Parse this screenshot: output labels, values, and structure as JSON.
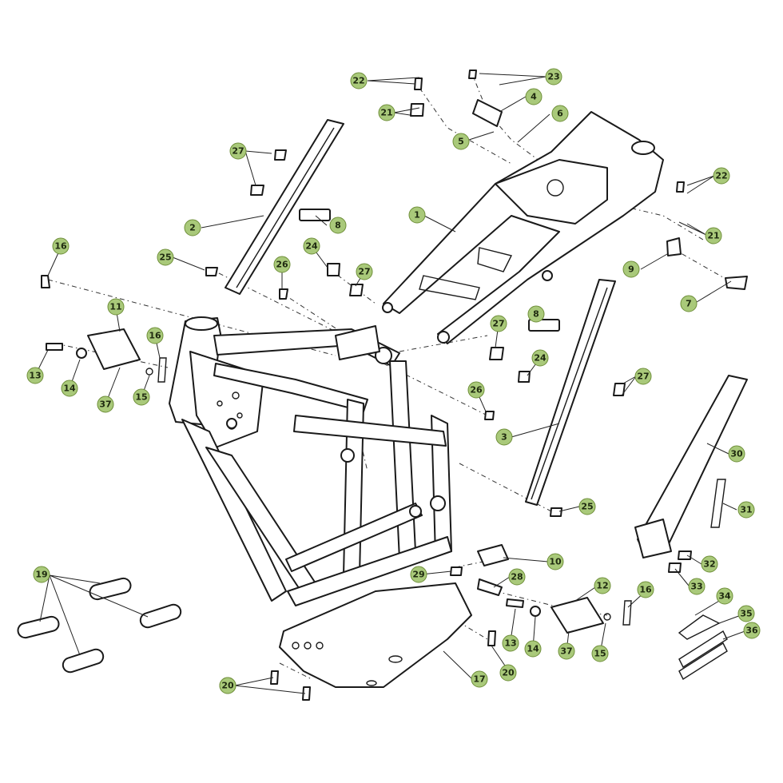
{
  "colors": {
    "callout_fill": "#a9c97a",
    "line": "#1a1a1a",
    "background": "#ffffff"
  },
  "callouts": [
    {
      "id": "c1",
      "label": "1"
    },
    {
      "id": "c2",
      "label": "2"
    },
    {
      "id": "c3",
      "label": "3"
    },
    {
      "id": "c4",
      "label": "4"
    },
    {
      "id": "c5",
      "label": "5"
    },
    {
      "id": "c6",
      "label": "6"
    },
    {
      "id": "c7",
      "label": "7"
    },
    {
      "id": "c8a",
      "label": "8"
    },
    {
      "id": "c8b",
      "label": "8"
    },
    {
      "id": "c9",
      "label": "9"
    },
    {
      "id": "c10",
      "label": "10"
    },
    {
      "id": "c11",
      "label": "11"
    },
    {
      "id": "c12",
      "label": "12"
    },
    {
      "id": "c13a",
      "label": "13"
    },
    {
      "id": "c13b",
      "label": "13"
    },
    {
      "id": "c14a",
      "label": "14"
    },
    {
      "id": "c14b",
      "label": "14"
    },
    {
      "id": "c15a",
      "label": "15"
    },
    {
      "id": "c15b",
      "label": "15"
    },
    {
      "id": "c16a",
      "label": "16"
    },
    {
      "id": "c16b",
      "label": "16"
    },
    {
      "id": "c16c",
      "label": "16"
    },
    {
      "id": "c17",
      "label": "17"
    },
    {
      "id": "c19",
      "label": "19"
    },
    {
      "id": "c20a",
      "label": "20"
    },
    {
      "id": "c20b",
      "label": "20"
    },
    {
      "id": "c21a",
      "label": "21"
    },
    {
      "id": "c21b",
      "label": "21"
    },
    {
      "id": "c22a",
      "label": "22"
    },
    {
      "id": "c22b",
      "label": "22"
    },
    {
      "id": "c23",
      "label": "23"
    },
    {
      "id": "c24a",
      "label": "24"
    },
    {
      "id": "c24b",
      "label": "24"
    },
    {
      "id": "c25a",
      "label": "25"
    },
    {
      "id": "c25b",
      "label": "25"
    },
    {
      "id": "c26a",
      "label": "26"
    },
    {
      "id": "c26b",
      "label": "26"
    },
    {
      "id": "c27a",
      "label": "27"
    },
    {
      "id": "c27b",
      "label": "27"
    },
    {
      "id": "c27c",
      "label": "27"
    },
    {
      "id": "c27d",
      "label": "27"
    },
    {
      "id": "c29",
      "label": "29"
    },
    {
      "id": "c28",
      "label": "28"
    },
    {
      "id": "c30",
      "label": "30"
    },
    {
      "id": "c31",
      "label": "31"
    },
    {
      "id": "c32",
      "label": "32"
    },
    {
      "id": "c33",
      "label": "33"
    },
    {
      "id": "c34",
      "label": "34"
    },
    {
      "id": "c35",
      "label": "35"
    },
    {
      "id": "c36",
      "label": "36"
    },
    {
      "id": "c37a",
      "label": "37"
    },
    {
      "id": "c37b",
      "label": "37"
    },
    {
      "id": "c20c",
      "label": "20"
    }
  ]
}
